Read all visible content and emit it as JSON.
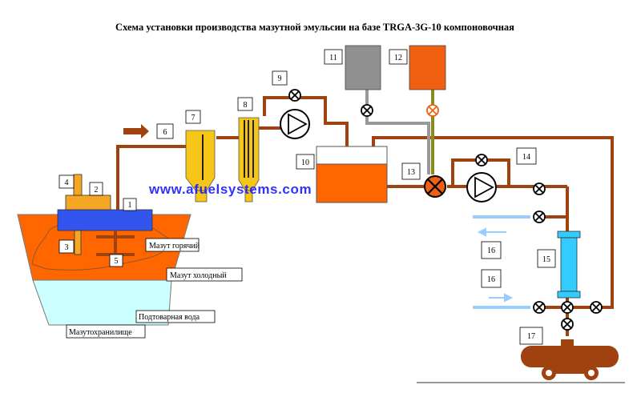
{
  "title": "Схема установки производства мазутной эмульсии на базе  TRGA-3G-10 компоновочная",
  "watermark": "www.afuelsystems.com",
  "tank_labels": {
    "hot": "Мазут  горячий",
    "cold": "Мазут  холодный",
    "water": "Подтоварная вода",
    "storage": "Мазутохранилище"
  },
  "numbers": {
    "n1": "1",
    "n2": "2",
    "n3": "3",
    "n4": "4",
    "n5": "5",
    "n6": "6",
    "n7": "7",
    "n8": "8",
    "n9": "9",
    "n10": "10",
    "n11": "11",
    "n12": "12",
    "n13": "13",
    "n14": "14",
    "n15": "15",
    "n16a": "16",
    "n16b": "16",
    "n17": "17"
  },
  "colors": {
    "pipe": "#a0420f",
    "tank_orange": "#ff6600",
    "water": "#ccffff",
    "pump_blue": "#3355ee",
    "filter_yellow": "#f5c518",
    "additive_grey": "#909090",
    "additive_orange": "#f06010",
    "heat_exchanger": "#33ccff",
    "watermark": "#1a1aff"
  }
}
